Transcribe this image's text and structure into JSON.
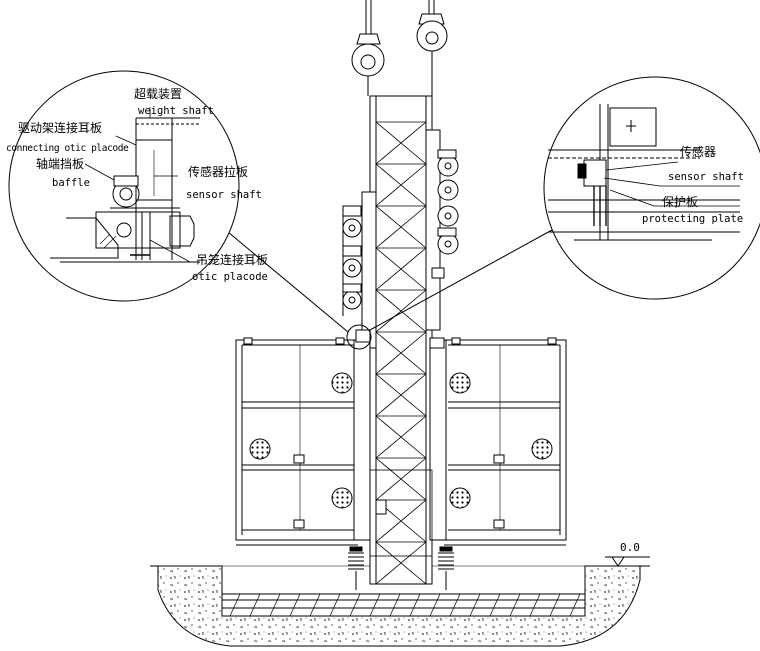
{
  "labels": {
    "overload_device_cn": "超载装置",
    "weight_shaft_en": "weight shaft",
    "drive_frame_plate_cn": "驱动架连接耳板",
    "connecting_plate_en": "connecting otic placode",
    "shaft_baffle_cn": "轴端挡板",
    "baffle_en": "baffle",
    "sensor_pull_plate_cn": "传感器拉板",
    "sensor_shaft_left_en": "sensor shaft",
    "cage_plate_cn": "吊笼连接耳板",
    "otic_placode_en": "otic placode",
    "sensor_cn": "传感器",
    "sensor_shaft_right_en": "sensor shaft",
    "protect_plate_cn": "保护板",
    "protecting_plate_en": "protecting plate",
    "ground_level": "0.0"
  },
  "colors": {
    "line": "#000000",
    "background": "#ffffff",
    "hatch": "#333333"
  }
}
